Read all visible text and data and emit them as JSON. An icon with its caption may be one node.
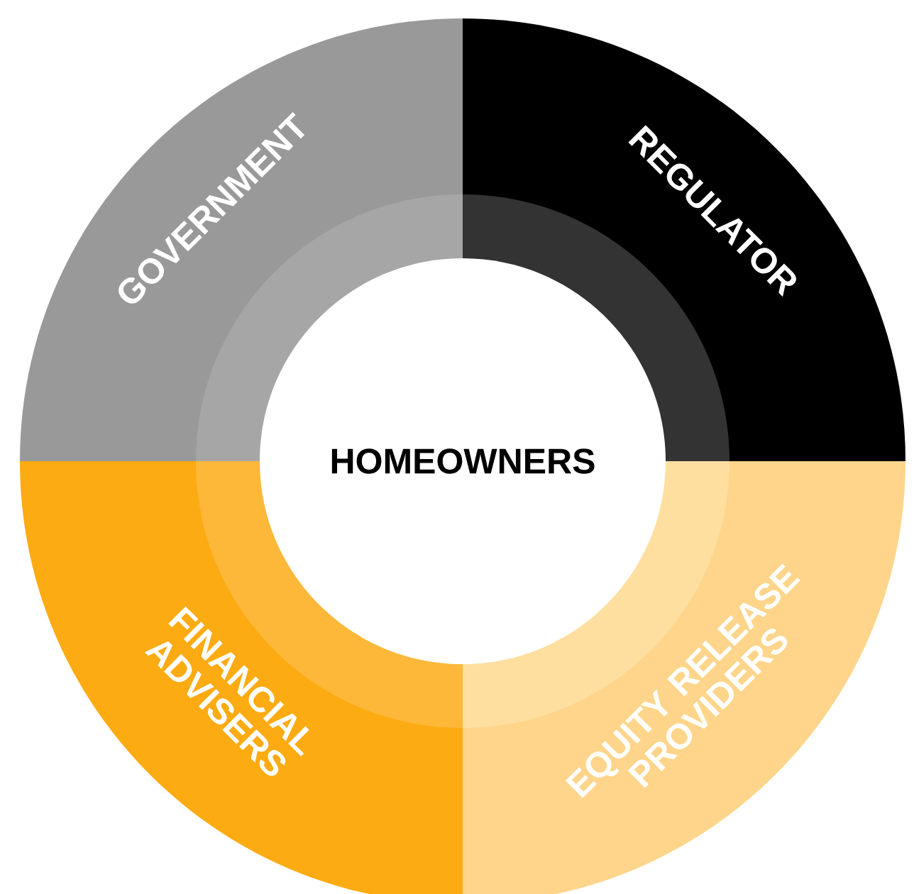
{
  "diagram": {
    "nodes": [
      {
        "text": [
          "GOVERNMENT"
        ]
      },
      {
        "text": [
          "REGULATOR"
        ]
      },
      {
        "text": [
          "HOMEOWNERS"
        ]
      },
      {
        "text": [
          "FINANCIAL ADVISERS"
        ]
      },
      {
        "text": [
          "EQUITY RELEASE PROVIDERS"
        ]
      }
    ]
  }
}
